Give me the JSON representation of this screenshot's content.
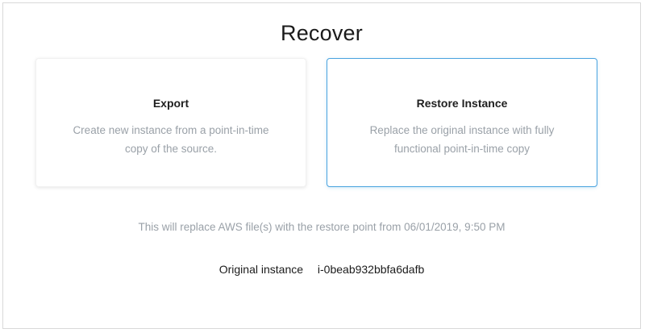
{
  "dialog": {
    "title": "Recover"
  },
  "options": [
    {
      "heading": "Export",
      "description": "Create new instance from a point-in-time copy of the source.",
      "selected": false
    },
    {
      "heading": "Restore Instance",
      "description": "Replace the original instance with fully functional point-in-time copy",
      "selected": true
    }
  ],
  "notice": "This will replace AWS file(s) with the restore point from 06/01/2019, 9:50 PM",
  "instance": {
    "label": "Original instance",
    "value": "i-0beab932bbfa6dafb"
  },
  "colors": {
    "selected_border": "#4aa3df",
    "muted_text": "#9aa1a8",
    "primary_text": "#1b1b1b"
  }
}
